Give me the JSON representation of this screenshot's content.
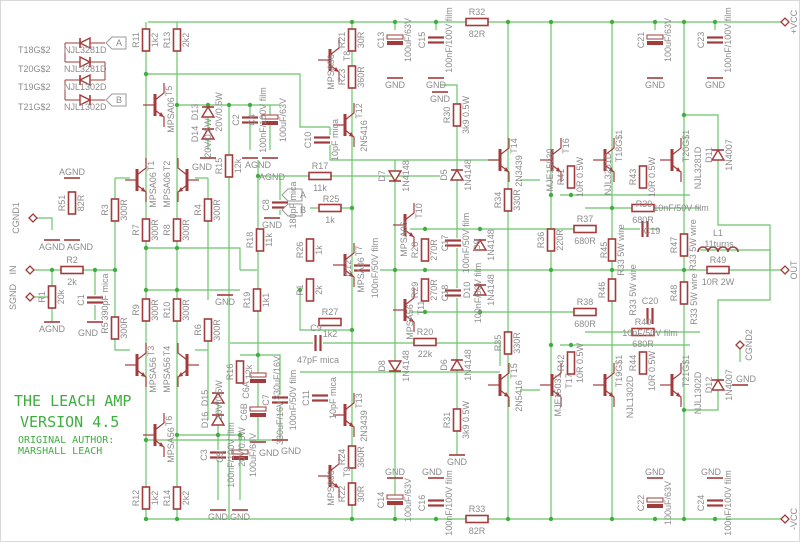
{
  "title_block": {
    "line1": "THE LEACH AMP",
    "line2": "VERSION 4.5",
    "line3": "ORIGINAL AUTHOR:",
    "line4": "MARSHALL LEACH"
  },
  "ports": [
    {
      "label": "+VCC"
    },
    {
      "label": "-VCC"
    },
    {
      "label": "IN"
    },
    {
      "label": "SGND"
    },
    {
      "label": "CGND1"
    },
    {
      "label": "CGND2"
    },
    {
      "label": "OUT"
    }
  ],
  "legend": [
    {
      "ref": "T18G$2",
      "part": "NJL3281D"
    },
    {
      "ref": "T20G$2",
      "part": "NJL3281D"
    },
    {
      "ref": "T19G$2",
      "part": "NJL1302D"
    },
    {
      "ref": "T21G$2",
      "part": "NJL1302D"
    }
  ],
  "connectors": [
    {
      "label": "A"
    },
    {
      "label": "B"
    },
    {
      "label": "A"
    },
    {
      "label": "B"
    }
  ],
  "components": [
    {
      "ref": "R11",
      "value": "1k2"
    },
    {
      "ref": "R13",
      "value": "2k2"
    },
    {
      "ref": "R3",
      "value": "300R"
    },
    {
      "ref": "R7",
      "value": "300R"
    },
    {
      "ref": "R8",
      "value": "300R"
    },
    {
      "ref": "R4",
      "value": "300R"
    },
    {
      "ref": "R15",
      "value": "12k"
    },
    {
      "ref": "R51",
      "value": "82R"
    },
    {
      "ref": "R2",
      "value": "2k"
    },
    {
      "ref": "R1",
      "value": "20k"
    },
    {
      "ref": "R5",
      "value": "300R"
    },
    {
      "ref": "R9",
      "value": "300R"
    },
    {
      "ref": "R10",
      "value": "300R"
    },
    {
      "ref": "R6",
      "value": "300R"
    },
    {
      "ref": "R19",
      "value": "1k1"
    },
    {
      "ref": "R18",
      "value": "11k"
    },
    {
      "ref": "R16",
      "value": "12k"
    },
    {
      "ref": "R12",
      "value": "1k2"
    },
    {
      "ref": "R14",
      "value": "2k2"
    },
    {
      "ref": "R21",
      "value": "30R"
    },
    {
      "ref": "R23",
      "value": "360R"
    },
    {
      "ref": "R30",
      "value": "3k9 0.5W"
    },
    {
      "ref": "R32",
      "value": "82R"
    },
    {
      "ref": "R17",
      "value": "11k"
    },
    {
      "ref": "R25",
      "value": "1k"
    },
    {
      "ref": "R26",
      "value": "1k"
    },
    {
      "ref": "R27",
      "value": "1k2"
    },
    {
      "ref": "R28",
      "value": "270R"
    },
    {
      "ref": "R29",
      "value": "270R"
    },
    {
      "ref": "R20",
      "value": "22k"
    },
    {
      "ref": "R34",
      "value": "330R"
    },
    {
      "ref": "R35",
      "value": "330R"
    },
    {
      "ref": "R31",
      "value": "3k9 0.5W"
    },
    {
      "ref": "R24",
      "value": "360R"
    },
    {
      "ref": "R22",
      "value": "30R"
    },
    {
      "ref": "R33",
      "value": "82R"
    },
    {
      "ref": "R36",
      "value": "220R"
    },
    {
      "ref": "R37",
      "value": "680R"
    },
    {
      "ref": "R38",
      "value": "680R"
    },
    {
      "ref": "R41",
      "value": "10R 0.5W"
    },
    {
      "ref": "R43",
      "value": "10R 0.5W"
    },
    {
      "ref": "R39",
      "value": "680R"
    },
    {
      "ref": "R45",
      "value": "R33 5W wire"
    },
    {
      "ref": "R46",
      "value": "R33 5W wire"
    },
    {
      "ref": "R47",
      "value": "R33 5W wire"
    },
    {
      "ref": "R48",
      "value": "R33 5W wire"
    },
    {
      "ref": "R49",
      "value": "10R 2W"
    },
    {
      "ref": "R40",
      "value": "680R"
    },
    {
      "ref": "R42",
      "value": "10R 0.5W"
    },
    {
      "ref": "R44",
      "value": "10R 0.5W"
    },
    {
      "ref": "P1",
      "value": "2k"
    },
    {
      "ref": "C2",
      "value": "100nF/100V film"
    },
    {
      "ref": "C4",
      "value": "100uF/63V"
    },
    {
      "ref": "C13",
      "value": "100uF/63V"
    },
    {
      "ref": "C15",
      "value": "100nF/100V film"
    },
    {
      "ref": "C21",
      "value": "100uF/63V"
    },
    {
      "ref": "C23",
      "value": "100nF/100V film"
    },
    {
      "ref": "C10",
      "value": "10pF mica"
    },
    {
      "ref": "C8",
      "value": "180pF mica"
    },
    {
      "ref": "C12",
      "value": "100nF/50V film"
    },
    {
      "ref": "C17",
      "value": "100nF/50V film"
    },
    {
      "ref": "C18",
      "value": "100nF/50V film"
    },
    {
      "ref": "C19",
      "value": "10nF/50V film"
    },
    {
      "ref": "C20",
      "value": "10nF/50V film"
    },
    {
      "ref": "C1",
      "value": "390pF mica"
    },
    {
      "ref": "C9",
      "value": "47pF mica"
    },
    {
      "ref": "C11",
      "value": "10pF mica"
    },
    {
      "ref": "C7",
      "value": "100nF/50V film"
    },
    {
      "ref": "C6A",
      "value": "330uF/16V"
    },
    {
      "ref": "C6B",
      "value": "330uF/16V"
    },
    {
      "ref": "C3",
      "value": "100nF/100V film"
    },
    {
      "ref": "C5",
      "value": "100uF/63V"
    },
    {
      "ref": "C14",
      "value": "100uF/63V"
    },
    {
      "ref": "C16",
      "value": "100nF/100V film"
    },
    {
      "ref": "C22",
      "value": "100uF/63V"
    },
    {
      "ref": "C24",
      "value": "100nF/100V film"
    },
    {
      "ref": "T5",
      "value": "MPSA06"
    },
    {
      "ref": "T1",
      "value": "MPSA06"
    },
    {
      "ref": "T2",
      "value": "MPSA06"
    },
    {
      "ref": "T3",
      "value": "MPSA56"
    },
    {
      "ref": "T4",
      "value": "MPSA56"
    },
    {
      "ref": "T6",
      "value": "MPSA56"
    },
    {
      "ref": "T8",
      "value": "MPSA56"
    },
    {
      "ref": "T12",
      "value": "2N5416"
    },
    {
      "ref": "T7",
      "value": "MPSA06"
    },
    {
      "ref": "T10",
      "value": "MPSA06"
    },
    {
      "ref": "T11",
      "value": "MPSA56"
    },
    {
      "ref": "T13",
      "value": "2N3439"
    },
    {
      "ref": "T9",
      "value": "MPSA06"
    },
    {
      "ref": "T14",
      "value": "2N3439"
    },
    {
      "ref": "T15",
      "value": "2N5416"
    },
    {
      "ref": "T16",
      "value": "MJE15030"
    },
    {
      "ref": "T17",
      "value": "MJE15031"
    },
    {
      "ref": "T18G$1",
      "value": "NJL3281D"
    },
    {
      "ref": "T20G$1",
      "value": "NJL3281D"
    },
    {
      "ref": "T19G$1",
      "value": "NJL1302D"
    },
    {
      "ref": "T21G$1",
      "value": "NJL1302D"
    },
    {
      "ref": "D13",
      "value": "20V/0.5W"
    },
    {
      "ref": "D14",
      "value": "20V/0.5W"
    },
    {
      "ref": "D15",
      "value": "20V/0.5W"
    },
    {
      "ref": "D16",
      "value": "20V/0.5W"
    },
    {
      "ref": "D7",
      "value": "1N4148"
    },
    {
      "ref": "D8",
      "value": "1N4148"
    },
    {
      "ref": "D5",
      "value": "1N4148"
    },
    {
      "ref": "D6",
      "value": "1N4148"
    },
    {
      "ref": "D9",
      "value": "1N4148"
    },
    {
      "ref": "D10",
      "value": "1N4148"
    },
    {
      "ref": "D11",
      "value": "1N4007"
    },
    {
      "ref": "D12",
      "value": "1N4007"
    },
    {
      "ref": "L1",
      "value": "11turns"
    }
  ],
  "grounds": [
    "GND",
    "GND",
    "GND",
    "AGND",
    "AGND",
    "AGND",
    "AGND",
    "AGND",
    "AGND",
    "GND",
    "GND",
    "GND",
    "GND",
    "GND",
    "GND",
    "GND",
    "GND",
    "GND",
    "GND",
    "GND",
    "GND",
    "GND",
    "GND",
    "GND",
    "GND"
  ],
  "colors": {
    "wire": "#6cc46c",
    "part": "#a23b3b",
    "text": "#8c8c8c",
    "title": "#3fae3f"
  }
}
